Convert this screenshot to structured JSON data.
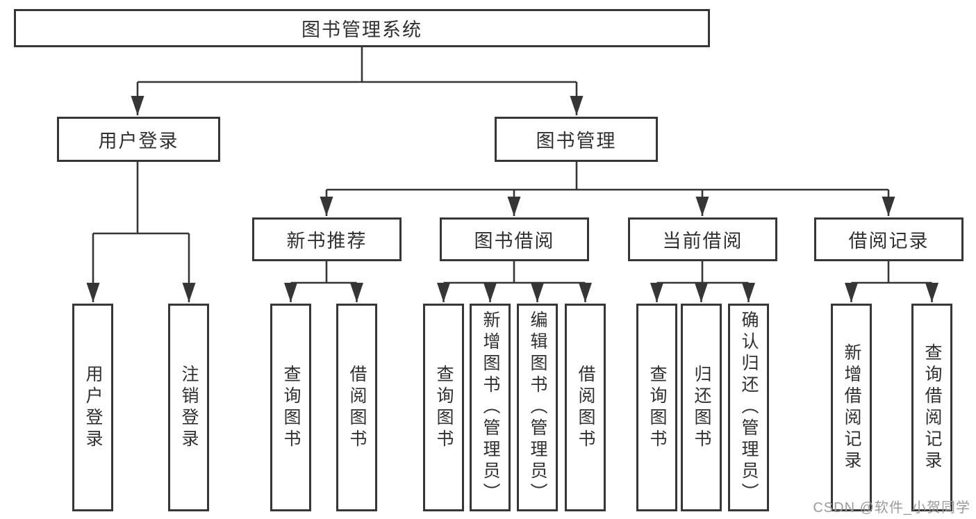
{
  "diagram": {
    "type": "tree",
    "orientation": "top-down"
  },
  "tree": {
    "root": {
      "label": "图书管理系统",
      "children": [
        {
          "label": "用户登录",
          "children": [
            {
              "label": "用户登录"
            },
            {
              "label": "注销登录"
            }
          ]
        },
        {
          "label": "图书管理",
          "children": [
            {
              "label": "新书推荐",
              "children": [
                {
                  "label": "查询图书"
                },
                {
                  "label": "借阅图书"
                }
              ]
            },
            {
              "label": "图书借阅",
              "children": [
                {
                  "label": "查询图书"
                },
                {
                  "label": "新增图书（管理员）"
                },
                {
                  "label": "编辑图书（管理员）"
                },
                {
                  "label": "借阅图书"
                }
              ]
            },
            {
              "label": "当前借阅",
              "children": [
                {
                  "label": "查询图书"
                },
                {
                  "label": "归还图书"
                },
                {
                  "label": "确认归还（管理员）"
                }
              ]
            },
            {
              "label": "借阅记录",
              "children": [
                {
                  "label": "新增借阅记录"
                },
                {
                  "label": "查询借阅记录"
                }
              ]
            }
          ]
        }
      ]
    }
  },
  "watermark": "CSDN @软件_小贺同学",
  "colors": {
    "line": "#363636",
    "box_border": "#363636",
    "text": "#303030",
    "background": "#ffffff",
    "watermark": "#9b9b9b"
  }
}
